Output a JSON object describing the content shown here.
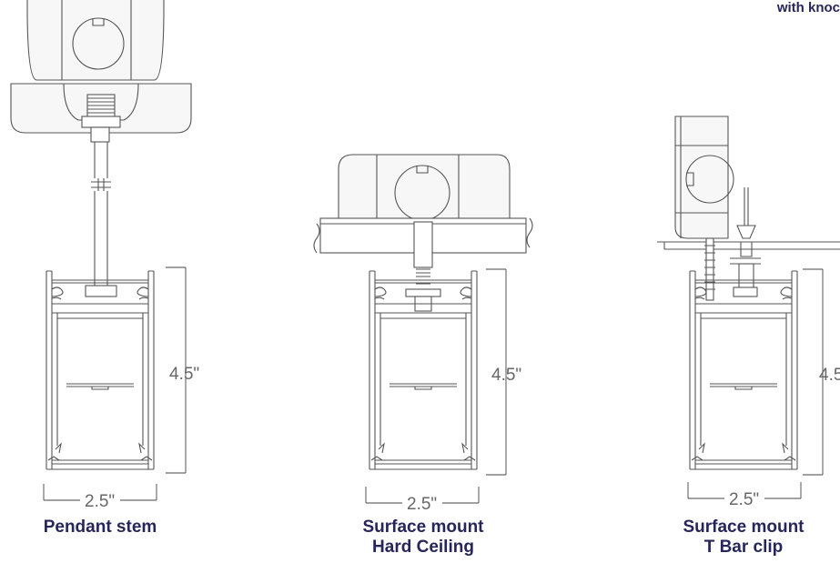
{
  "corner_note": "with knoc",
  "units": {
    "pendant": {
      "caption_line1": "Pendant stem",
      "caption_line2": "",
      "height_label": "4.5\"",
      "width_label": "2.5\""
    },
    "hard_ceiling": {
      "caption_line1": "Surface mount",
      "caption_line2": "Hard Ceiling",
      "height_label": "4.5\"",
      "width_label": "2.5\""
    },
    "tbar": {
      "caption_line1": "Surface mount",
      "caption_line2": "T Bar clip",
      "height_label": "4.5",
      "width_label": "2.5\""
    }
  },
  "colors": {
    "caption": "#26265a",
    "line": "#555555",
    "dimension_text": "#666666"
  }
}
